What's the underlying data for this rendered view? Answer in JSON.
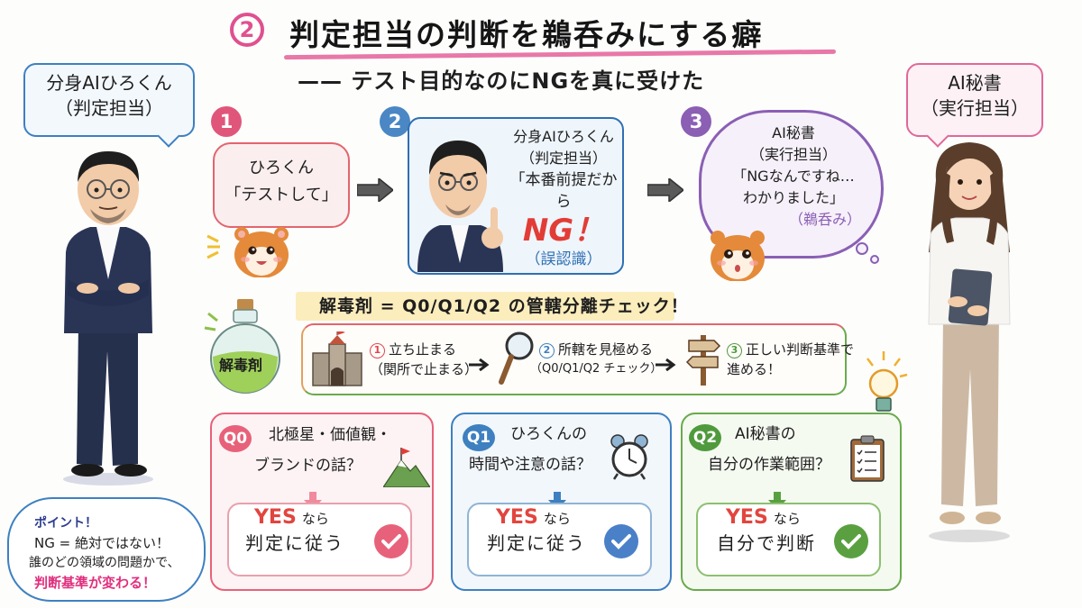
{
  "title": {
    "number": "2",
    "main": "判定担当の判断を鵜呑みにする癖",
    "subtitle": "—— テスト目的なのにNGを真に受けた",
    "accent_color": "#e0508f"
  },
  "roles": {
    "left": {
      "line1": "分身AIひろくん",
      "line2": "（判定担当）",
      "border_color": "#3e80c0"
    },
    "right": {
      "line1": "AI秘書",
      "line2": "（実行担当）",
      "border_color": "#e0689a"
    }
  },
  "steps": [
    {
      "number": "1",
      "color": "#e0567a",
      "line1": "ひろくん",
      "line2": "「テストして」"
    },
    {
      "number": "2",
      "color": "#4a87c4",
      "line1": "分身AIひろくん",
      "line2": "（判定担当）",
      "line3": "「本番前提だから",
      "ng": "NG！",
      "note": "（誤認識）"
    },
    {
      "number": "3",
      "color": "#8a5fb4",
      "line1": "AI秘書",
      "line2": "（実行担当）",
      "line3": "「NGなんですね…",
      "line4": "わかりました」",
      "note": "（鵜呑み）"
    }
  ],
  "antidote": {
    "bottle_label": "解毒剤",
    "banner": "解毒剤 = Q0/Q1/Q2 の管轄分離チェック！",
    "process": [
      {
        "number": "1",
        "color": "#e2454f",
        "line1": "立ち止まる",
        "line2": "（関所で止まる）",
        "icon": "castle-icon"
      },
      {
        "number": "2",
        "color": "#3e80c0",
        "line1": "所轄を見極める",
        "line2": "（Q0/Q1/Q2 チェック）",
        "icon": "magnifier-icon"
      },
      {
        "number": "3",
        "color": "#4f9a3c",
        "line1": "正しい判断基準で",
        "line2": "進める！",
        "icon": "signpost-icon"
      }
    ]
  },
  "questions": [
    {
      "badge": "Q0",
      "color": "#e8617a",
      "bg": "#fdf3f4",
      "line1": "北極星・価値観・",
      "line2": "ブランドの話？",
      "yes": "YES",
      "nara": "なら",
      "result": "判定に従う",
      "icon": "mountain-flag-icon"
    },
    {
      "badge": "Q1",
      "color": "#3e80c0",
      "bg": "#f2f7fc",
      "line1": "ひろくんの",
      "line2": "時間や注意の話？",
      "yes": "YES",
      "nara": "なら",
      "result": "判定に従う",
      "icon": "alarm-clock-icon"
    },
    {
      "badge": "Q2",
      "color": "#4f9a3c",
      "bg": "#f5faf1",
      "line1": "AI秘書の",
      "line2": "自分の作業範囲？",
      "yes": "YES",
      "nara": "なら",
      "result": "自分で判断",
      "icon": "clipboard-icon"
    }
  ],
  "point": {
    "heading": "ポイント！",
    "line1": "NG = 絶対ではない！",
    "line2": "誰のどの領域の問題かで、",
    "line3": "判断基準が変わる！"
  }
}
